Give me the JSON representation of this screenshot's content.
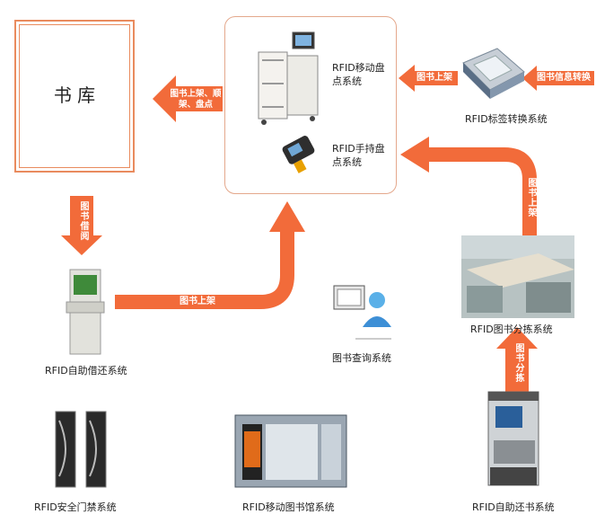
{
  "library": {
    "title": "书 库"
  },
  "arrows": {
    "to_library": "图书上架、顺架、盘点",
    "borrow": "图书借阅",
    "shelve_mid": "图书上架",
    "shelve_right": "图书上架",
    "shelve_top": "图书上架",
    "convert": "图书信息转换",
    "sort": "图书分拣"
  },
  "systems": {
    "mobile_inventory": "RFID移动盘点系统",
    "handheld_inventory": "RFID手持盘点系统",
    "tag_conversion": "RFID标签转换系统",
    "self_borrow": "RFID自助借还系统",
    "query": "图书查询系统",
    "sorting": "RFID图书分拣系统",
    "security_gate": "RFID安全门禁系统",
    "mobile_library": "RFID移动图书馆系统",
    "self_return": "RFID自助还书系统"
  },
  "colors": {
    "accent": "#f26b3a",
    "border": "#e8a07e"
  }
}
